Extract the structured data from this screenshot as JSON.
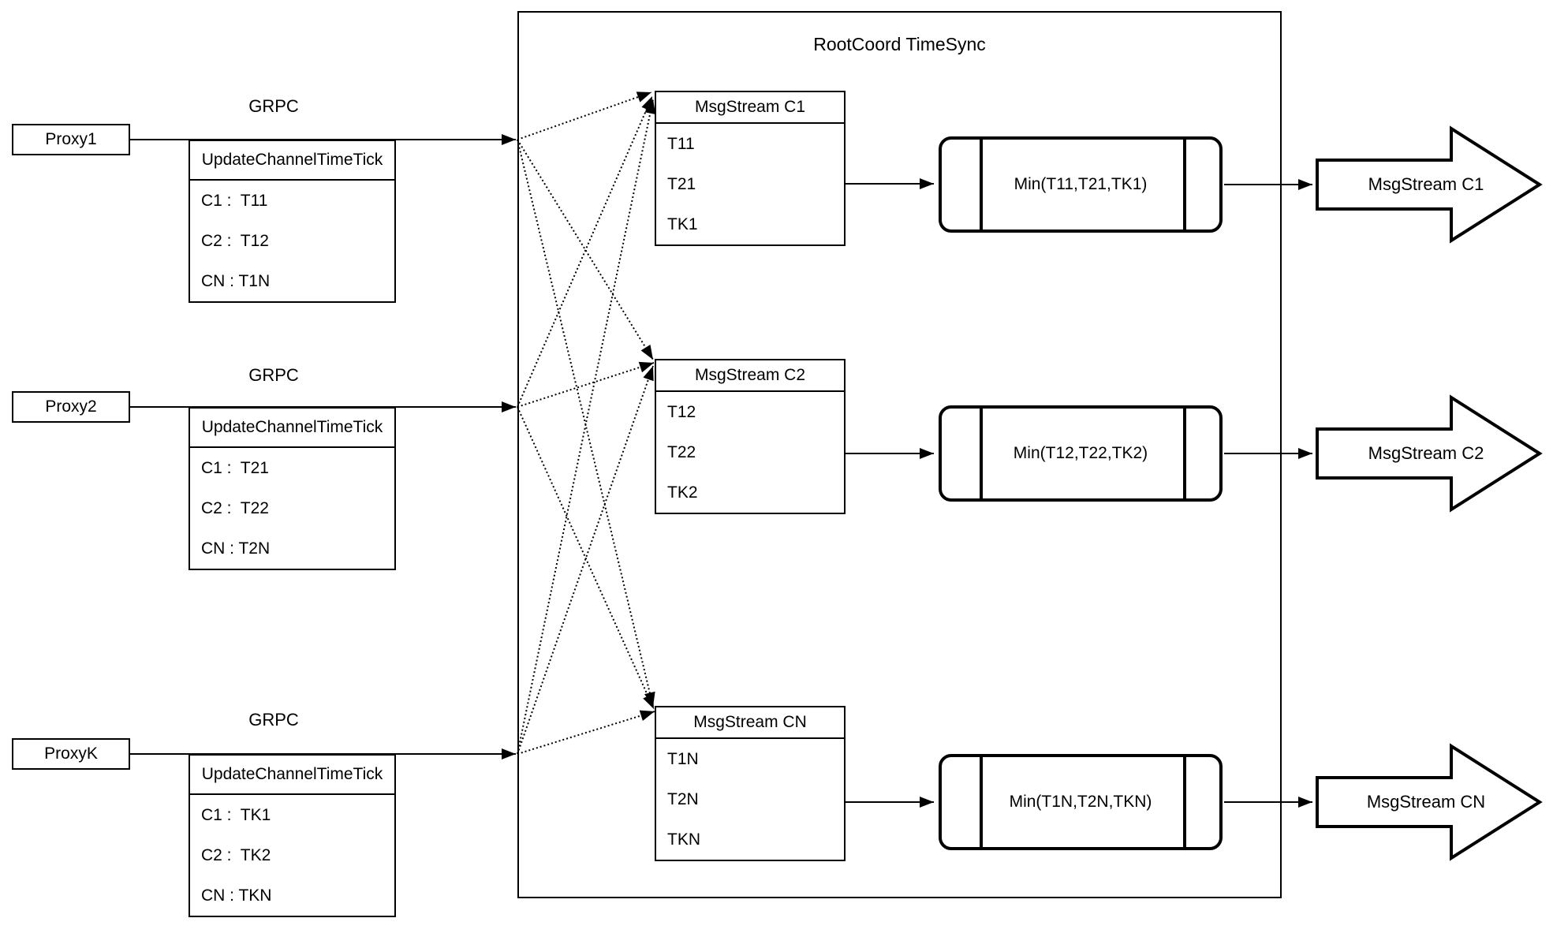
{
  "title": "RootCoord TimeSync",
  "proxies": [
    {
      "label": "Proxy1",
      "protocol": "GRPC",
      "message_title": "UpdateChannelTimeTick",
      "rows": [
        "C1 :  T11",
        "C2 :  T12",
        "CN : T1N"
      ]
    },
    {
      "label": "Proxy2",
      "protocol": "GRPC",
      "message_title": "UpdateChannelTimeTick",
      "rows": [
        "C1 :  T21",
        "C2 :  T22",
        "CN : T2N"
      ]
    },
    {
      "label": "ProxyK",
      "protocol": "GRPC",
      "message_title": "UpdateChannelTimeTick",
      "rows": [
        "C1 :  TK1",
        "C2 :  TK2",
        "CN : TKN"
      ]
    }
  ],
  "streams": [
    {
      "title": "MsgStream C1",
      "ticks": [
        "T11",
        "T21",
        "TK1"
      ],
      "min_label": "Min(T11,T21,TK1)",
      "output_label": "MsgStream C1"
    },
    {
      "title": "MsgStream C2",
      "ticks": [
        "T12",
        "T22",
        "TK2"
      ],
      "min_label": "Min(T12,T22,TK2)",
      "output_label": "MsgStream C2"
    },
    {
      "title": "MsgStream CN",
      "ticks": [
        "T1N",
        "T2N",
        "TKN"
      ],
      "min_label": "Min(T1N,T2N,TKN)",
      "output_label": "MsgStream CN"
    }
  ],
  "colors": {
    "stroke": "#000000",
    "fill": "#ffffff"
  }
}
